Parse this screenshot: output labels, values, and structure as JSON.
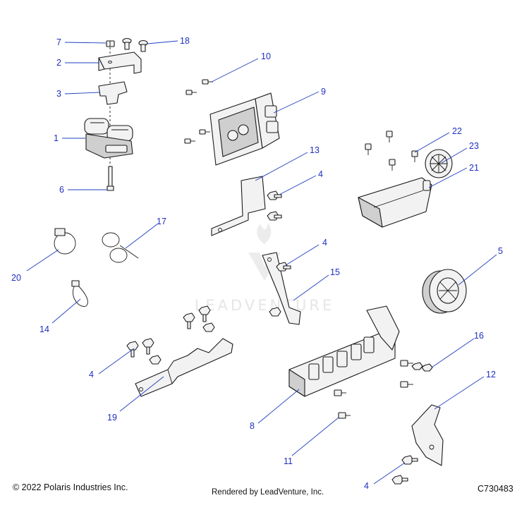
{
  "watermark": {
    "text": "LEADVENTURE"
  },
  "callouts": [
    {
      "id": "7",
      "label": "7"
    },
    {
      "id": "18",
      "label": "18"
    },
    {
      "id": "2",
      "label": "2"
    },
    {
      "id": "3",
      "label": "3"
    },
    {
      "id": "1",
      "label": "1"
    },
    {
      "id": "6",
      "label": "6"
    },
    {
      "id": "10",
      "label": "10"
    },
    {
      "id": "9",
      "label": "9"
    },
    {
      "id": "13",
      "label": "13"
    },
    {
      "id": "4a",
      "label": "4"
    },
    {
      "id": "22",
      "label": "22"
    },
    {
      "id": "23",
      "label": "23"
    },
    {
      "id": "21",
      "label": "21"
    },
    {
      "id": "17",
      "label": "17"
    },
    {
      "id": "20",
      "label": "20"
    },
    {
      "id": "4b",
      "label": "4"
    },
    {
      "id": "15",
      "label": "15"
    },
    {
      "id": "5",
      "label": "5"
    },
    {
      "id": "14",
      "label": "14"
    },
    {
      "id": "16",
      "label": "16"
    },
    {
      "id": "4c",
      "label": "4"
    },
    {
      "id": "12",
      "label": "12"
    },
    {
      "id": "19",
      "label": "19"
    },
    {
      "id": "8",
      "label": "8"
    },
    {
      "id": "11",
      "label": "11"
    },
    {
      "id": "4d",
      "label": "4"
    }
  ],
  "footer": {
    "copyright": "© 2022 Polaris Industries Inc.",
    "rendered_by": "Rendered by LeadVenture, Inc.",
    "diagram_code": "C730483"
  }
}
